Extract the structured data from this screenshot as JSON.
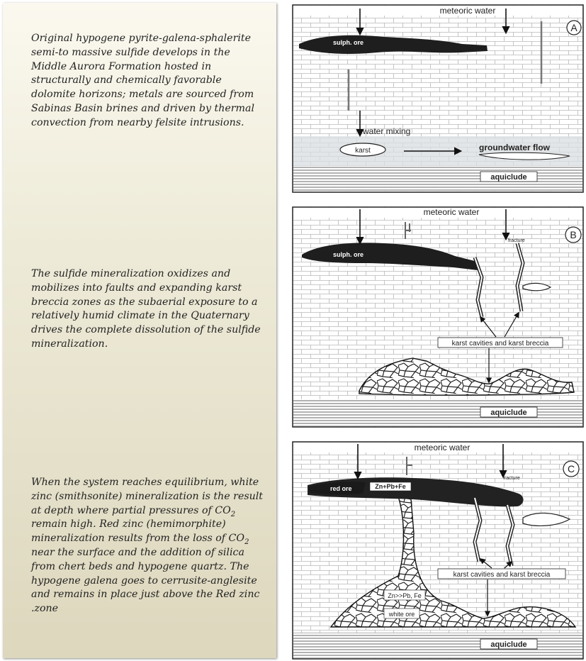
{
  "text": {
    "p1": "Original hypogene pyrite-galena-sphalerite semi-to massive sulfide develops in the Middle Aurora Formation hosted in structurally and chemically favorable dolomite horizons; metals are sourced from Sabinas Basin brines and driven by thermal convection from nearby felsite intrusions.",
    "p2": "The sulfide mineralization oxidizes and mobilizes into faults and expanding karst breccia zones as the subaerial exposure to a relatively humid climate in the Quaternary drives the complete dissolution of the sulfide mineralization.",
    "p3_a": "When the system reaches equilibrium, white zinc (smithsonite) mineralization is the result at depth where partial pressures of CO",
    "p3_sub1": "2",
    "p3_b": " remain high. Red zinc (hemimorphite) mineralization results from the loss of CO",
    "p3_sub2": "2",
    "p3_c": "  near the surface and the addition of silica from chert beds and hypogene quartz.  The hypogene galena goes to cerrusite-anglesite and remains in place just above the Red zinc .zone"
  },
  "panelA": {
    "letter": "A",
    "meteoric": "meteoric water",
    "ore": "sulph. ore",
    "mixing": "water mixing",
    "karst": "karst",
    "flow": "groundwater flow",
    "aquiclude": "aquiclude"
  },
  "panelB": {
    "letter": "B",
    "meteoric": "meteoric water",
    "ore": "sulph. ore",
    "fracture": "fracture",
    "karst_label": "karst cavities and karst breccia",
    "aquiclude": "aquiclude"
  },
  "panelC": {
    "letter": "C",
    "meteoric": "meteoric water",
    "red_ore": "red ore",
    "zn_pb_fe": "Zn+Pb+Fe",
    "fracture": "fracture",
    "karst_label": "karst cavities and karst breccia",
    "zn_gt": "Zn>>Pb, Fe",
    "white_ore": "white ore",
    "aquiclude": "aquiclude"
  }
}
